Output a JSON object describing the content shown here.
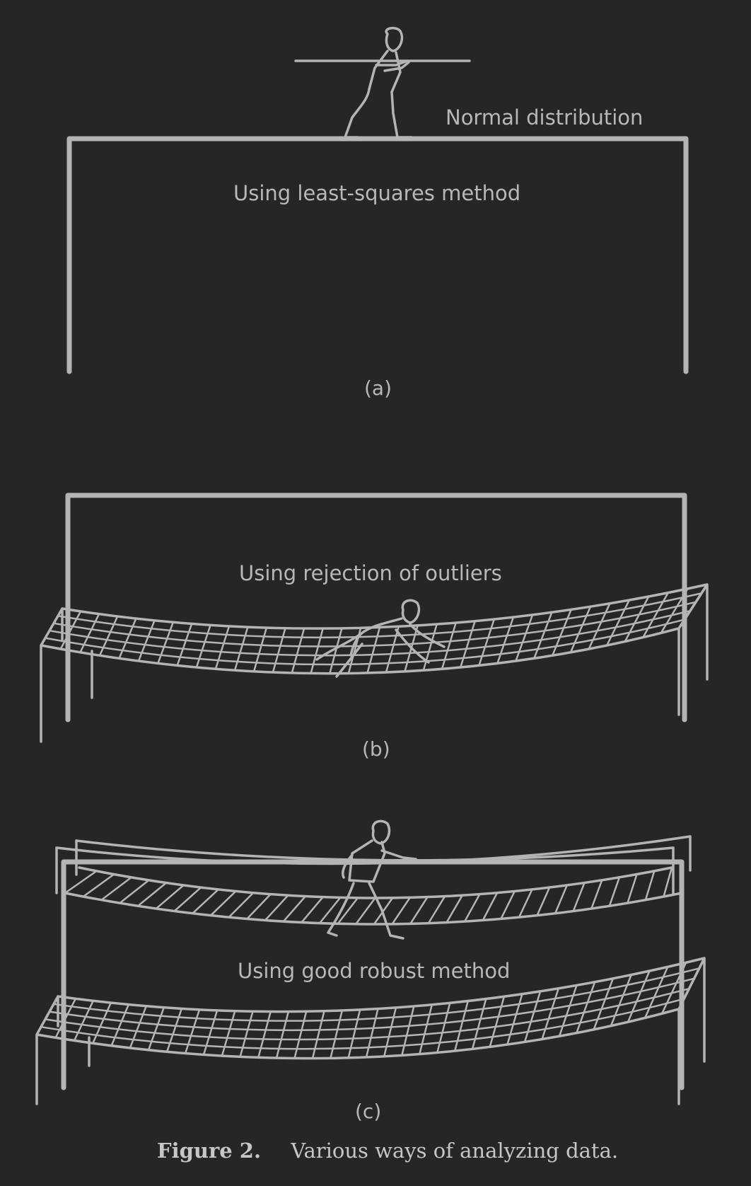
{
  "panel_a": {
    "top_label": "Normal distribution",
    "method_label": "Using least-squares method",
    "panel_letter": "(a)"
  },
  "panel_b": {
    "method_label": "Using rejection of outliers",
    "panel_letter": "(b)"
  },
  "panel_c": {
    "method_label": "Using good robust method",
    "panel_letter": "(c)"
  },
  "caption": {
    "figure_number": "Figure 2.",
    "description": "Various ways of analyzing data."
  },
  "colors": {
    "background": "#262626",
    "line": "#b4b4b4"
  }
}
